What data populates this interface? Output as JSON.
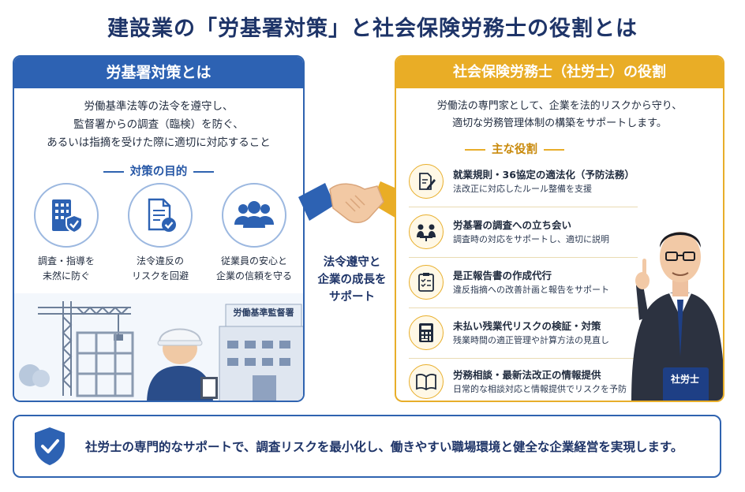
{
  "title": "建設業の「労基署対策」と社会保険労務士の役割とは",
  "left_panel": {
    "heading": "労基署対策とは",
    "description": [
      "労働基準法等の法令を遵守し、",
      "監督署からの調査（臨検）を防ぐ、",
      "あるいは指摘を受けた際に適切に対応すること"
    ],
    "subheading": "対策の目的",
    "purposes": [
      {
        "icon": "building-shield-icon",
        "label": [
          "調査・指導を",
          "未然に防ぐ"
        ]
      },
      {
        "icon": "document-check-icon",
        "label": [
          "法令違反の",
          "リスクを回避"
        ]
      },
      {
        "icon": "people-group-icon",
        "label": [
          "従業員の安心と",
          "企業の信頼を守る"
        ]
      }
    ],
    "office_sign": "労働基準監督署"
  },
  "middle": {
    "icon": "handshake-icon",
    "text": [
      "法令遵守と",
      "企業の成長を",
      "サポート"
    ]
  },
  "right_panel": {
    "heading": "社会保険労務士（社労士）の役割",
    "description": [
      "労働法の専門家として、企業を法的リスクから守り、",
      "適切な労務管理体制の構築をサポートします。"
    ],
    "subheading": "主な役割",
    "roles": [
      {
        "icon": "document-pen-icon",
        "title": "就業規則・36協定の適法化（予防法務）",
        "desc": "法改正に対応したルール整備を支援"
      },
      {
        "icon": "meeting-icon",
        "title": "労基署の調査への立ち会い",
        "desc": "調査時の対応をサポートし、適切に説明"
      },
      {
        "icon": "checklist-icon",
        "title": "是正報告書の作成代行",
        "desc": "違反指摘への改善計画と報告をサポート"
      },
      {
        "icon": "calculator-icon",
        "title": "未払い残業代リスクの検証・対策",
        "desc": "残業時間の適正管理や計算方法の見直し"
      },
      {
        "icon": "book-icon",
        "title": "労務相談・最新法改正の情報提供",
        "desc": "日常的な相談対応と情報提供でリスクを予防"
      }
    ],
    "badge": "社労士"
  },
  "banner": {
    "icon": "shield-check-icon",
    "message": "社労士の専門的なサポートで、調査リスクを最小化し、働きやすい職場環境と健全な企業経営を実現します。"
  },
  "colors": {
    "navy": "#1e3468",
    "blue": "#2d62b3",
    "gold": "#e9ad26"
  }
}
